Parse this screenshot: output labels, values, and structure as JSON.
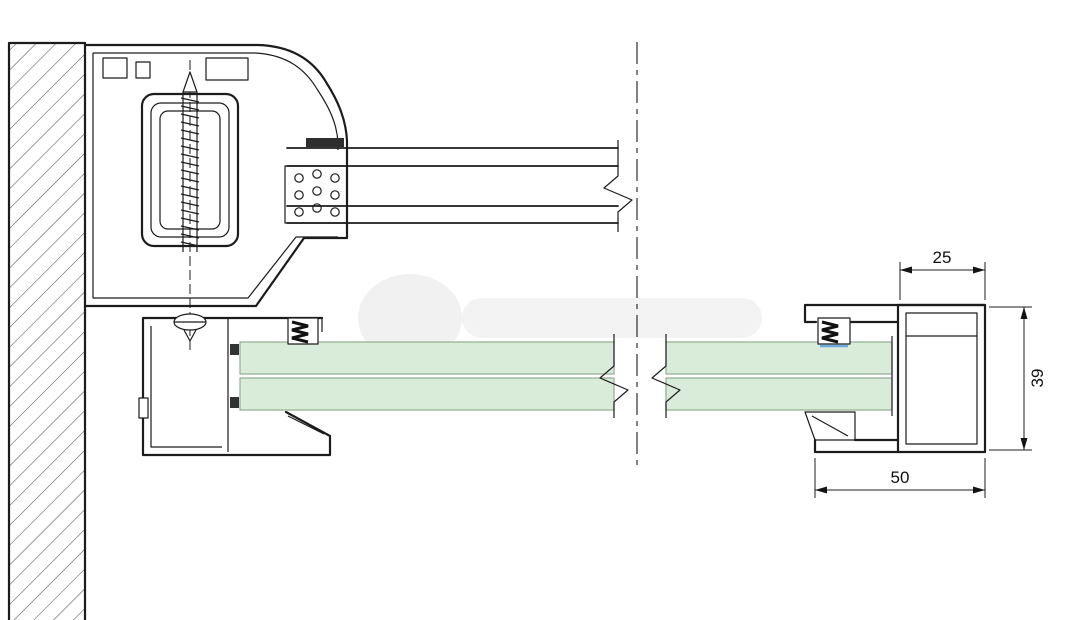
{
  "dimensions": {
    "top_width_mm": "25",
    "right_height_mm": "39",
    "bottom_width_mm": "50"
  },
  "colors": {
    "glass_fill": "#d9ecd9",
    "glass_edge": "#93ad93",
    "line": "#1c1c1c",
    "wall_hatch": "#555555",
    "clip_accent": "#6fa8dc"
  }
}
